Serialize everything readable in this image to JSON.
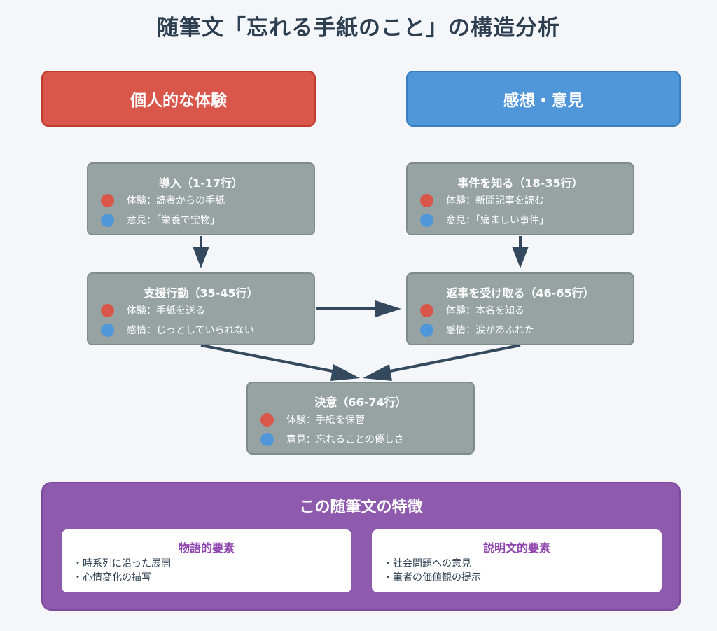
{
  "title": "随筆文「忘れる手紙のこと」の構造分析",
  "headers": {
    "left": "個人的な体験",
    "right": "感想・意見"
  },
  "nodes": [
    {
      "title": "導入（1-17行）",
      "lines": [
        {
          "dot": "red",
          "text": "体験：読者からの手紙"
        },
        {
          "dot": "blue",
          "text": "意見：「栄養で宝物」"
        }
      ]
    },
    {
      "title": "支援行動（35-45行）",
      "lines": [
        {
          "dot": "red",
          "text": "体験：手紙を送る"
        },
        {
          "dot": "blue",
          "text": "感情：じっとしていられない"
        }
      ]
    },
    {
      "title": "事件を知る（18-35行）",
      "lines": [
        {
          "dot": "red",
          "text": "体験：新聞記事を読む"
        },
        {
          "dot": "blue",
          "text": "意見：「痛ましい事件」"
        }
      ]
    },
    {
      "title": "返事を受け取る（46-65行）",
      "lines": [
        {
          "dot": "red",
          "text": "体験：本名を知る"
        },
        {
          "dot": "blue",
          "text": "感情：涙があふれた"
        }
      ]
    },
    {
      "title": "決意（66-74行）",
      "lines": [
        {
          "dot": "red",
          "text": "体験：手紙を保管"
        },
        {
          "dot": "blue",
          "text": "意見：忘れることの優しさ"
        }
      ]
    }
  ],
  "features": {
    "title": "この随筆文の特徴",
    "cards": [
      {
        "title": "物語的要素",
        "items": [
          "・時系列に沿った展開",
          "・心情変化の描写"
        ]
      },
      {
        "title": "説明文的要素",
        "items": [
          "・社会問題への意見",
          "・筆者の価値観の提示"
        ]
      }
    ]
  },
  "colors": {
    "experience": "#d9574a",
    "opinion": "#4f97d8",
    "node": "#97a3a3",
    "features": "#8e5aad",
    "arrow": "#34495e"
  }
}
